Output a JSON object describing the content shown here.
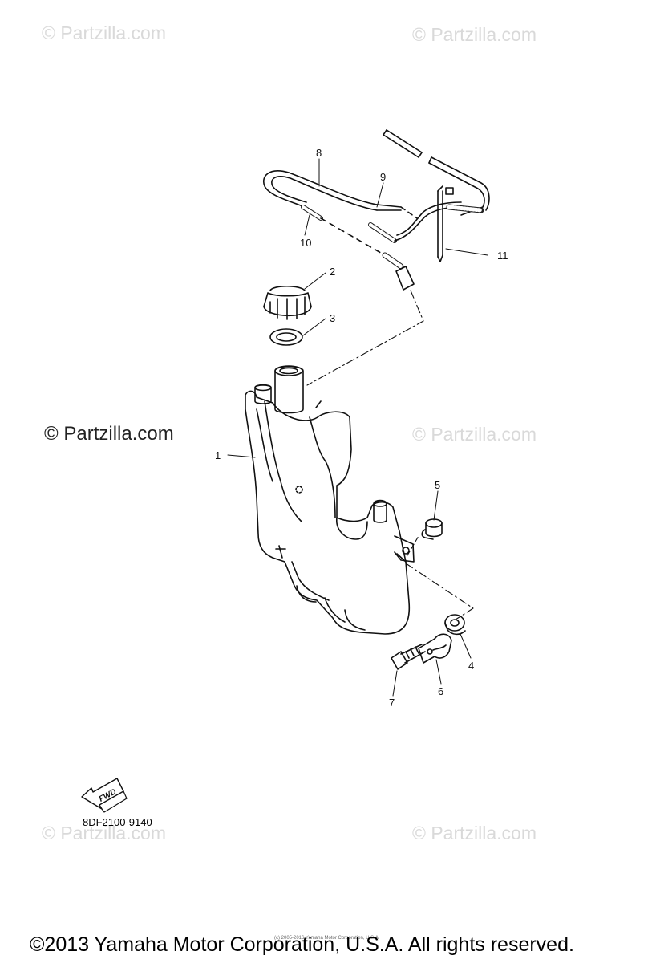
{
  "watermarks": {
    "top_left": "© Partzilla.com",
    "top_right": "© Partzilla.com",
    "mid_left": "© Partzilla.com",
    "mid_right": "© Partzilla.com",
    "bottom_left": "© Partzilla.com",
    "bottom_right": "© Partzilla.com"
  },
  "callouts": {
    "c1": "1",
    "c2": "2",
    "c3": "3",
    "c4": "4",
    "c5": "5",
    "c6": "6",
    "c7": "7",
    "c8": "8",
    "c9": "9",
    "c10": "10",
    "c11": "11"
  },
  "fwd_label": "FWD",
  "diagram_ref": "8DF2100-9140",
  "copyright": "©2013 Yamaha Motor Corporation, U.S.A. All rights reserved.",
  "micro_copyright": "(c) 2005-2016 Yamaha Motor Corporation, U.S.A."
}
